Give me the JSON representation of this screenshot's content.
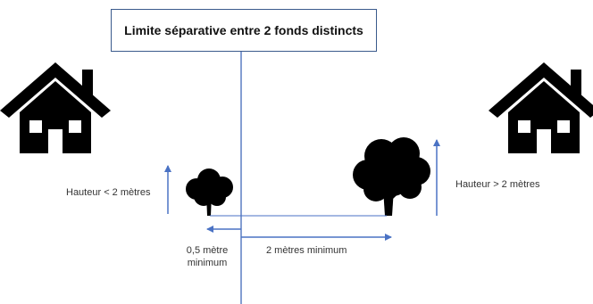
{
  "title": "Limite séparative entre 2 fonds distincts",
  "labels": {
    "left_height": "Hauteur < 2 mètres",
    "right_height": "Hauteur > 2 mètres",
    "half_meter_line1": "0,5 mètre",
    "half_meter_line2": "minimum",
    "two_meters": "2 mètres minimum"
  },
  "colors": {
    "boundary_line": "#5b7fc4",
    "arrow": "#4a72c4",
    "title_border": "#3a5a8c",
    "silhouette": "#000000"
  },
  "icons": [
    "house-icon",
    "small-tree-icon",
    "large-tree-icon"
  ]
}
